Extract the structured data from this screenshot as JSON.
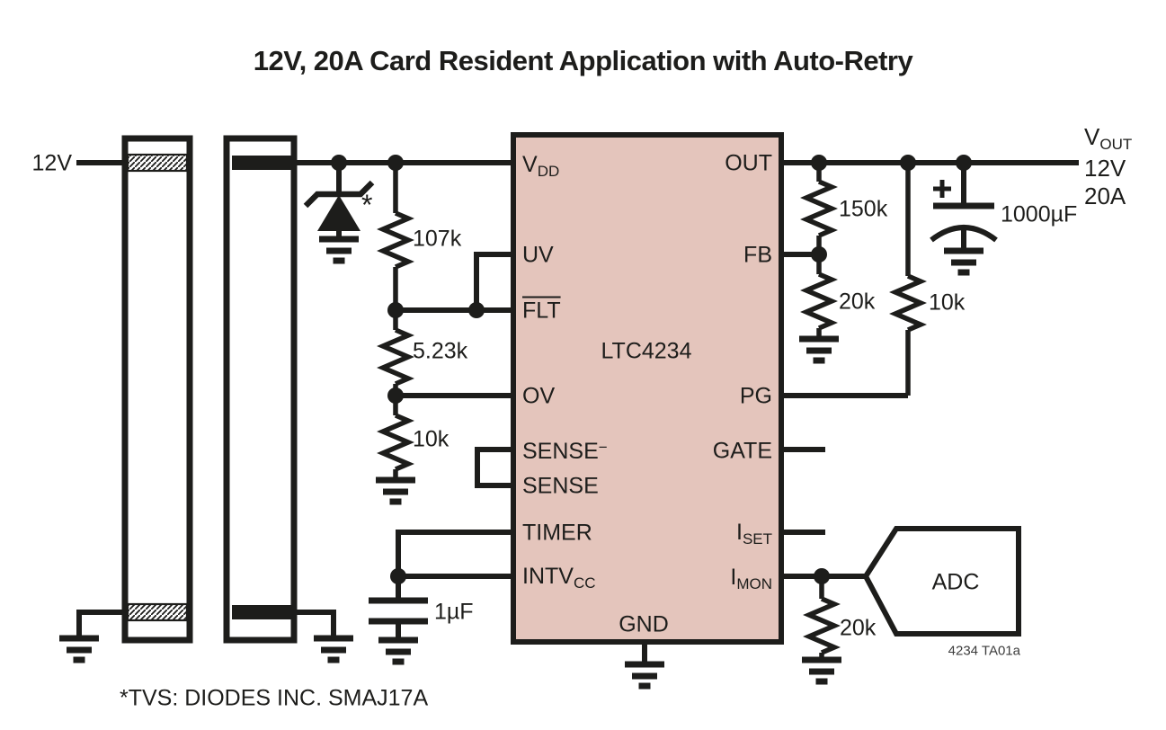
{
  "title": "12V, 20A Card Resident Application with Auto-Retry",
  "input": {
    "label": "12V"
  },
  "output": {
    "v_base": "V",
    "v_sub": "OUT",
    "voltage": "12V",
    "current": "20A"
  },
  "ic": {
    "name": "LTC4234",
    "pins": {
      "vdd": {
        "base": "V",
        "sub": "DD"
      },
      "uv": "UV",
      "flt": "FLT",
      "ov": "OV",
      "sense_minus": {
        "base": "SENSE",
        "sup": "−"
      },
      "sense": "SENSE",
      "timer": "TIMER",
      "intvcc": {
        "base": "INTV",
        "sub": "CC"
      },
      "gnd": "GND",
      "out": "OUT",
      "fb": "FB",
      "pg": "PG",
      "gate": "GATE",
      "iset": {
        "base": "I",
        "sub": "SET"
      },
      "imon": {
        "base": "I",
        "sub": "MON"
      }
    }
  },
  "components": {
    "r107k": "107k",
    "r5_23k": "5.23k",
    "r10k_ov": "10k",
    "r150k": "150k",
    "r20k_fb": "20k",
    "r10k_pg": "10k",
    "r20k_imon": "20k",
    "c_out": "1000µF",
    "c_vcc": "1µF",
    "tvs_mark": "*",
    "adc_label": "ADC"
  },
  "notes": {
    "tvs": "*TVS: DIODES INC. SMAJ17A",
    "figure": "4234 TA01a"
  },
  "colors": {
    "ic_fill": "#e4c5bc",
    "line": "#1d1d1b"
  }
}
